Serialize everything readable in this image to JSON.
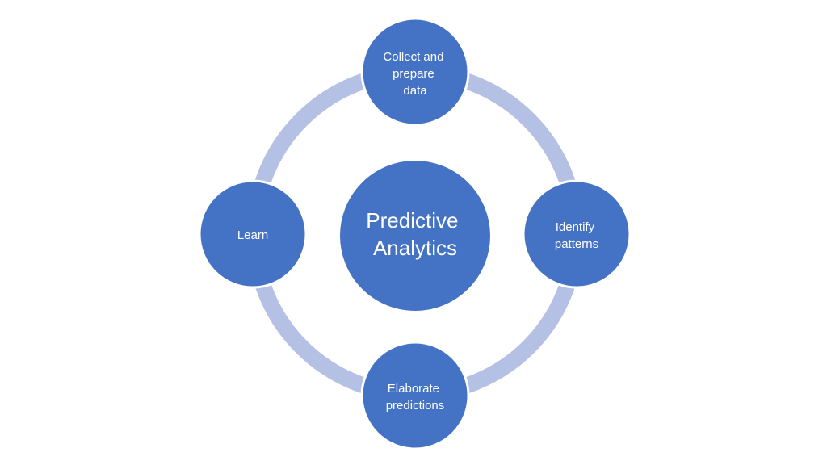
{
  "colors": {
    "node_fill": "#4472C4",
    "node_stroke": "#ffffff",
    "ring": "#B4C0E4",
    "text": "#ffffff",
    "background": "#ffffff"
  },
  "center": {
    "lines": [
      "Predictive",
      "Analytics"
    ]
  },
  "nodes": {
    "top": {
      "lines": [
        "Collect and",
        "prepare",
        "data"
      ]
    },
    "right": {
      "lines": [
        "Identify",
        "patterns"
      ]
    },
    "bottom": {
      "lines": [
        "Elaborate",
        "predictions"
      ]
    },
    "left": {
      "lines": [
        "Learn"
      ]
    }
  }
}
